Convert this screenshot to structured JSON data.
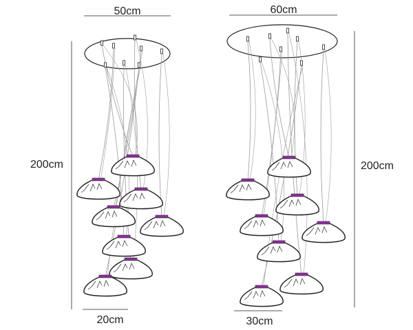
{
  "left_model": {
    "width_label": "50cm",
    "height_label": "200cm",
    "shade_label": "20cm",
    "shade_count": 8
  },
  "right_model": {
    "width_label": "60cm",
    "height_label": "200cm",
    "shade_label": "30cm",
    "shade_count": 8
  },
  "colors": {
    "line": "#222222",
    "cable": "#9a9a9a",
    "socket": "#8e2c9e",
    "dim": "#555555"
  }
}
